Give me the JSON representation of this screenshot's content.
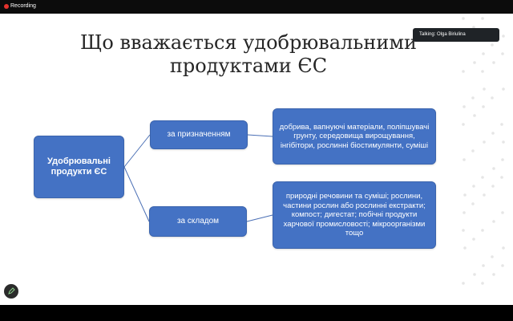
{
  "recording": {
    "label": "Recording"
  },
  "talking": {
    "label": "Talking: Olga Biriulina"
  },
  "slide": {
    "title": "Що вважається удобрювальними продуктами ЄС",
    "root": "Удобрювальні продукти ЄС",
    "branches": [
      {
        "label": "за призначенням",
        "detail": "добрива, вапнуючі матеріали, поліпшувачі грунту, середовища вирощування, інгібітори, рослинні біостимулянти, суміші"
      },
      {
        "label": "за складом",
        "detail": "природні речовини та суміші; рослини, частини рослин або рослинні екстракти; компост; дигестат; побічні продукти харчової промисловості; мікроорганізми тощо"
      }
    ]
  },
  "colors": {
    "box": "#4472c4",
    "connector": "#4a6fb5",
    "record_dot": "#e5322d"
  },
  "icons": {
    "record": "record-dot-icon",
    "annotate": "pen-icon"
  }
}
